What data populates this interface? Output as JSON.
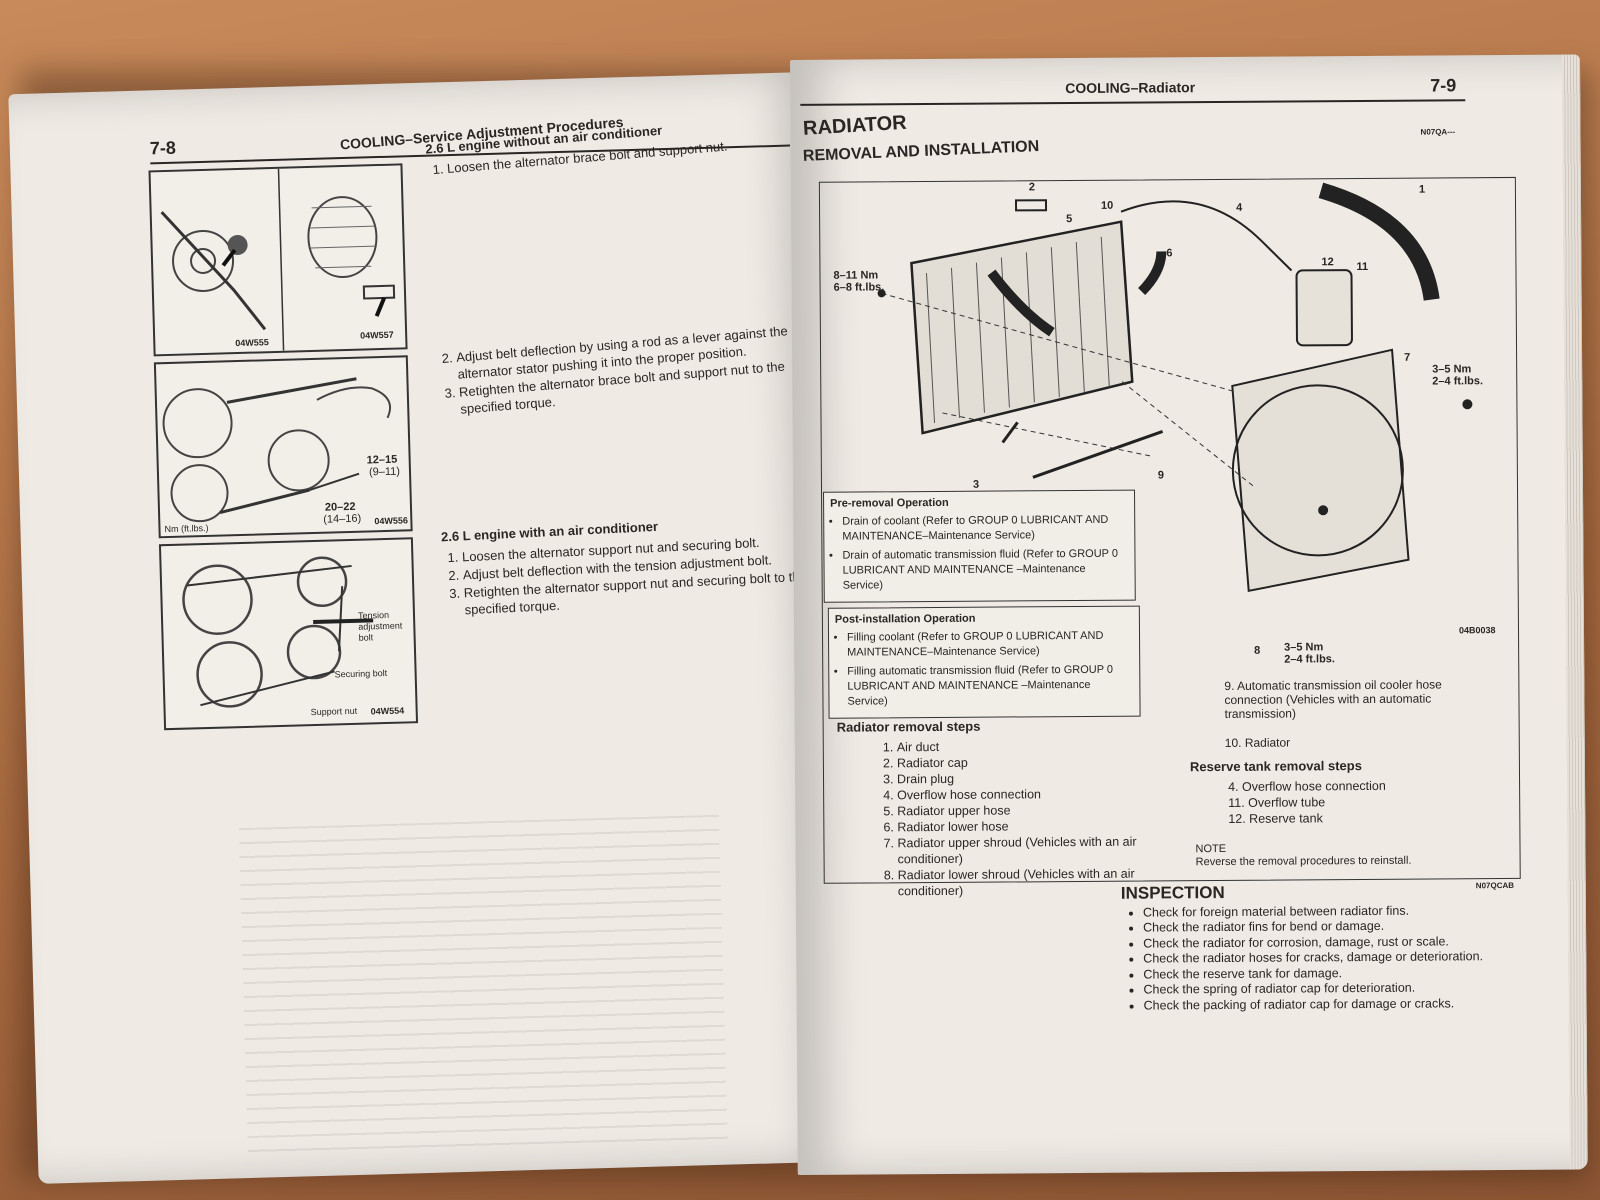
{
  "left": {
    "page_number": "7-8",
    "running_title": "COOLING–Service Adjustment Procedures",
    "section1": {
      "heading": "2.6 L engine without an air conditioner",
      "step1": "Loosen the alternator brace bolt and support nut.",
      "step2": "Adjust belt deflection by using a rod as a lever against the alternator stator pushing it into the proper position.",
      "step3": "Retighten the alternator brace bolt and support nut to the specified torque."
    },
    "section2": {
      "heading": "2.6 L engine with an air conditioner",
      "steps": [
        "Loosen the alternator support nut and securing bolt.",
        "Adjust belt deflection with the tension adjustment bolt.",
        "Retighten the alternator support nut and securing bolt to the specified torque."
      ]
    },
    "figures": {
      "fig1_code_a": "04W555",
      "fig1_code_b": "04W557",
      "fig2_code": "04W556",
      "fig2_torque1": "12–15",
      "fig2_torque1b": "(9–11)",
      "fig2_torque2": "20–22",
      "fig2_torque2b": "(14–16)",
      "fig2_units": "Nm (ft.lbs.)",
      "fig3_code": "04W554",
      "fig3_tension": "Tension adjustment bolt",
      "fig3_securing": "Securing bolt",
      "fig3_support": "Support nut"
    }
  },
  "right": {
    "running_title": "COOLING–Radiator",
    "page_number": "7-9",
    "small_code": "N07QA---",
    "title": "RADIATOR",
    "subtitle": "REMOVAL AND INSTALLATION",
    "diagram": {
      "code": "04B0038",
      "torque_a1": "8–11 Nm",
      "torque_a2": "6–8 ft.lbs.",
      "torque_b1": "3–5 Nm",
      "torque_b2": "2–4 ft.lbs.",
      "torque_c1": "3–5 Nm",
      "torque_c2": "2–4 ft.lbs.",
      "n1": "1",
      "n2": "2",
      "n3": "3",
      "n4": "4",
      "n5": "5",
      "n6": "6",
      "n7": "7",
      "n8": "8",
      "n9": "9",
      "n10": "10",
      "n11": "11",
      "n12": "12"
    },
    "pre_removal": {
      "title": "Pre-removal Operation",
      "items": [
        "Drain of coolant (Refer to GROUP 0 LUBRICANT AND MAINTENANCE–Maintenance Service)",
        "Drain of automatic transmission fluid (Refer to GROUP 0 LUBRICANT AND MAINTENANCE –Maintenance Service)"
      ]
    },
    "post_install": {
      "title": "Post-installation Operation",
      "items": [
        "Filling coolant (Refer to GROUP 0 LUBRICANT AND MAINTENANCE–Maintenance Service)",
        "Filling automatic transmission fluid (Refer to GROUP 0 LUBRICANT AND MAINTENANCE –Maintenance Service)"
      ]
    },
    "radiator_steps": {
      "title": "Radiator removal steps",
      "items": [
        "Air duct",
        "Radiator cap",
        "Drain plug",
        "Overflow hose connection",
        "Radiator upper hose",
        "Radiator lower hose",
        "Radiator upper shroud (Vehicles with an air conditioner)",
        "Radiator lower shroud (Vehicles with an air conditioner)"
      ],
      "item9": "9. Automatic transmission oil cooler hose connection (Vehicles with an automatic transmission)",
      "item10": "10. Radiator"
    },
    "reserve_steps": {
      "title": "Reserve tank removal steps",
      "items": [
        "4. Overflow hose connection",
        "11. Overflow tube",
        "12. Reserve tank"
      ]
    },
    "note_label": "NOTE",
    "note_text": "Reverse the removal procedures to reinstall.",
    "inspection_code": "N07QCAB",
    "inspection_title": "INSPECTION",
    "inspection_items": [
      "Check for foreign material between radiator fins.",
      "Check the radiator fins for bend or damage.",
      "Check the radiator for corrosion, damage, rust or scale.",
      "Check the radiator hoses for cracks, damage or deterioration.",
      "Check the reserve tank for damage.",
      "Check the spring of radiator cap for deterioration.",
      "Check the packing of radiator cap for damage or cracks."
    ]
  }
}
